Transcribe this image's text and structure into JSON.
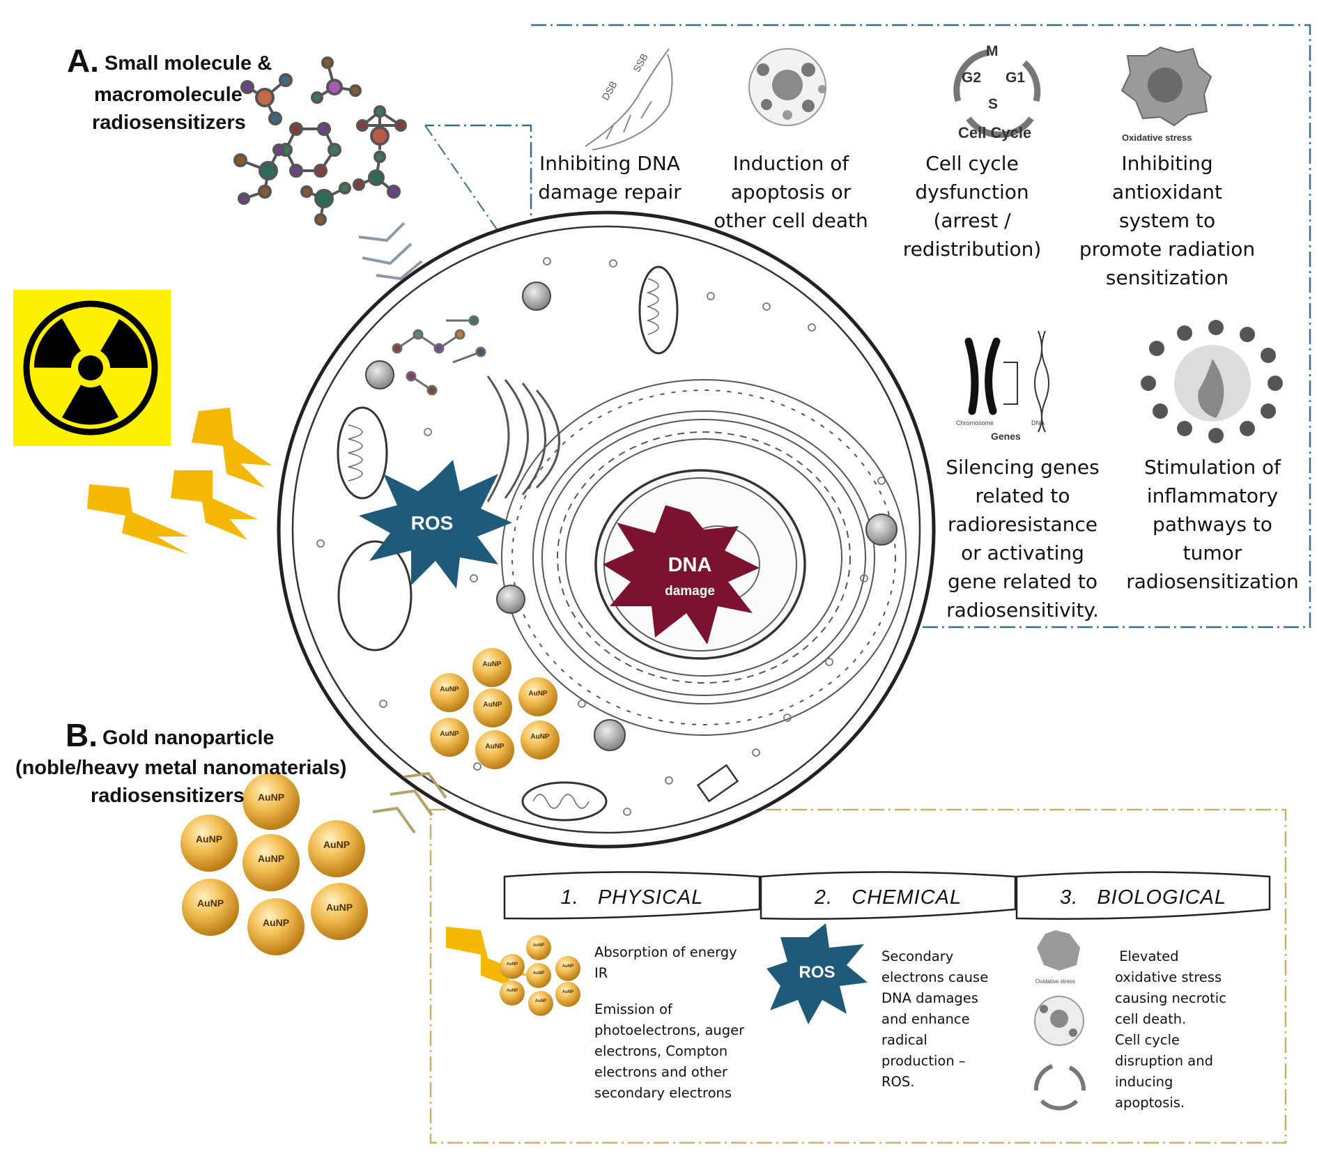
{
  "section_a": {
    "letter": "A.",
    "title_lines": [
      "Small molecule &",
      "macromolecule",
      "radiosensitizers"
    ]
  },
  "section_b": {
    "letter": "B.",
    "title_lines": [
      "Gold nanoparticle",
      "(noble/heavy metal nanomaterials)",
      "radiosensitizers"
    ]
  },
  "nanoparticle_label": "AuNP",
  "cell": {
    "ros_label": "ROS",
    "dna_label": "DNA",
    "damage_label": "damage"
  },
  "mechanisms": [
    {
      "lines": [
        "Inhibiting DNA",
        "damage repair"
      ],
      "icon": "dna-helix-icon",
      "icon_labels": [
        "DSB",
        "SSB"
      ]
    },
    {
      "lines": [
        "Induction of",
        "apoptosis or",
        "other cell death"
      ],
      "icon": "apoptotic-cell-icon"
    },
    {
      "lines": [
        "Cell cycle",
        "dysfunction",
        "(arrest /",
        "redistribution)"
      ],
      "icon": "cell-cycle-icon"
    },
    {
      "lines": [
        "Inhibiting",
        "antioxidant",
        "system  to",
        "promote radiation",
        "sensitization"
      ],
      "icon": "oxidative-stress-icon",
      "icon_caption": "Oxidative stress"
    },
    {
      "lines": [
        "Silencing genes",
        "related to",
        "radioresistance",
        "or activating",
        "gene related to",
        "radiosensitivity."
      ],
      "icon": "chromosome-icon",
      "icon_labels": [
        "Chromosome",
        "DNA",
        "Genes"
      ]
    },
    {
      "lines": [
        "Stimulation of",
        "inflammatory",
        "pathways to",
        "tumor",
        "radiosensitization"
      ],
      "icon": "inflammation-icon"
    }
  ],
  "cell_cycle_icon": {
    "phases": [
      "M",
      "G2",
      "G1",
      "S"
    ],
    "caption": "Cell Cycle"
  },
  "stages": [
    {
      "number": "1.",
      "name": "PHYSICAL",
      "text_lines": [
        "Absorption of energy",
        "IR",
        "",
        "Emission of",
        "photoelectrons, auger",
        "electrons, Compton",
        "electrons and other",
        "secondary electrons"
      ]
    },
    {
      "number": "2.",
      "name": "CHEMICAL",
      "ros_label": "ROS",
      "text_lines": [
        "Secondary",
        "electrons cause",
        "DNA damages",
        "and enhance",
        "radical",
        "production –",
        "ROS."
      ]
    },
    {
      "number": "3.",
      "name": "BIOLOGICAL",
      "mini_caption": "Oxidative stress",
      "text_lines": [
        " Elevated",
        "oxidative stress",
        "causing necrotic",
        "cell death.",
        "Cell cycle",
        "disruption and",
        "inducing",
        "apoptosis."
      ]
    }
  ],
  "colors": {
    "radiation_bg": "#ffef00",
    "bolt": "#f5b800",
    "ros": "#1f5a7a",
    "dna_damage": "#7b1230",
    "box_a_border": "#3c6e8a",
    "box_b_border": "#c9b06a",
    "gold": "#e8a532"
  }
}
